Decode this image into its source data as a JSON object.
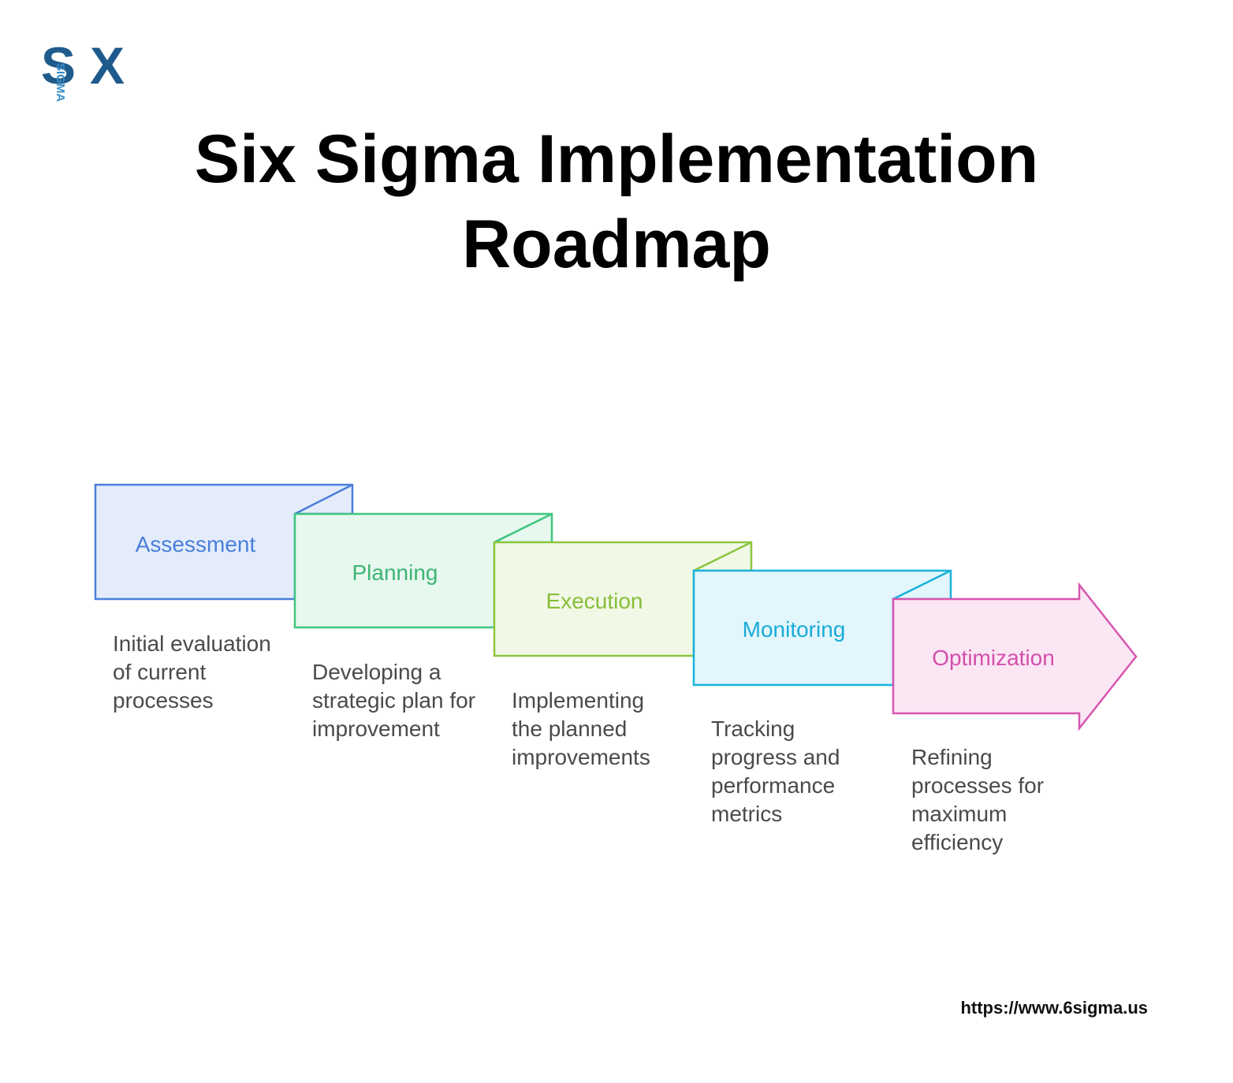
{
  "logo": {
    "s": "S",
    "sigma": "SIGMA",
    "x": "X"
  },
  "title": {
    "line1": "Six Sigma Implementation",
    "line2": "Roadmap"
  },
  "steps": [
    {
      "label": "Assessment",
      "description": "Initial evaluation of current processes",
      "stroke": "#4a7fd9",
      "fill": "#e4ecfc",
      "text_color": "#4a7fd9"
    },
    {
      "label": "Planning",
      "description": "Developing a strategic plan for improvement",
      "stroke": "#3fc57f",
      "fill": "#e7f8ef",
      "text_color": "#3fb575"
    },
    {
      "label": "Execution",
      "description": "Implementing the planned improvements",
      "stroke": "#8cc63f",
      "fill": "#f1f8e6",
      "text_color": "#86be38"
    },
    {
      "label": "Monitoring",
      "description": "Tracking progress and performance metrics",
      "stroke": "#19b2dd",
      "fill": "#e2f6fc",
      "text_color": "#19acd8"
    },
    {
      "label": "Optimization",
      "description": "Refining processes for maximum efficiency",
      "stroke": "#d855b0",
      "fill": "#fbe6f4",
      "text_color": "#d34fab"
    }
  ],
  "footer": {
    "url": "https://www.6sigma.us"
  }
}
